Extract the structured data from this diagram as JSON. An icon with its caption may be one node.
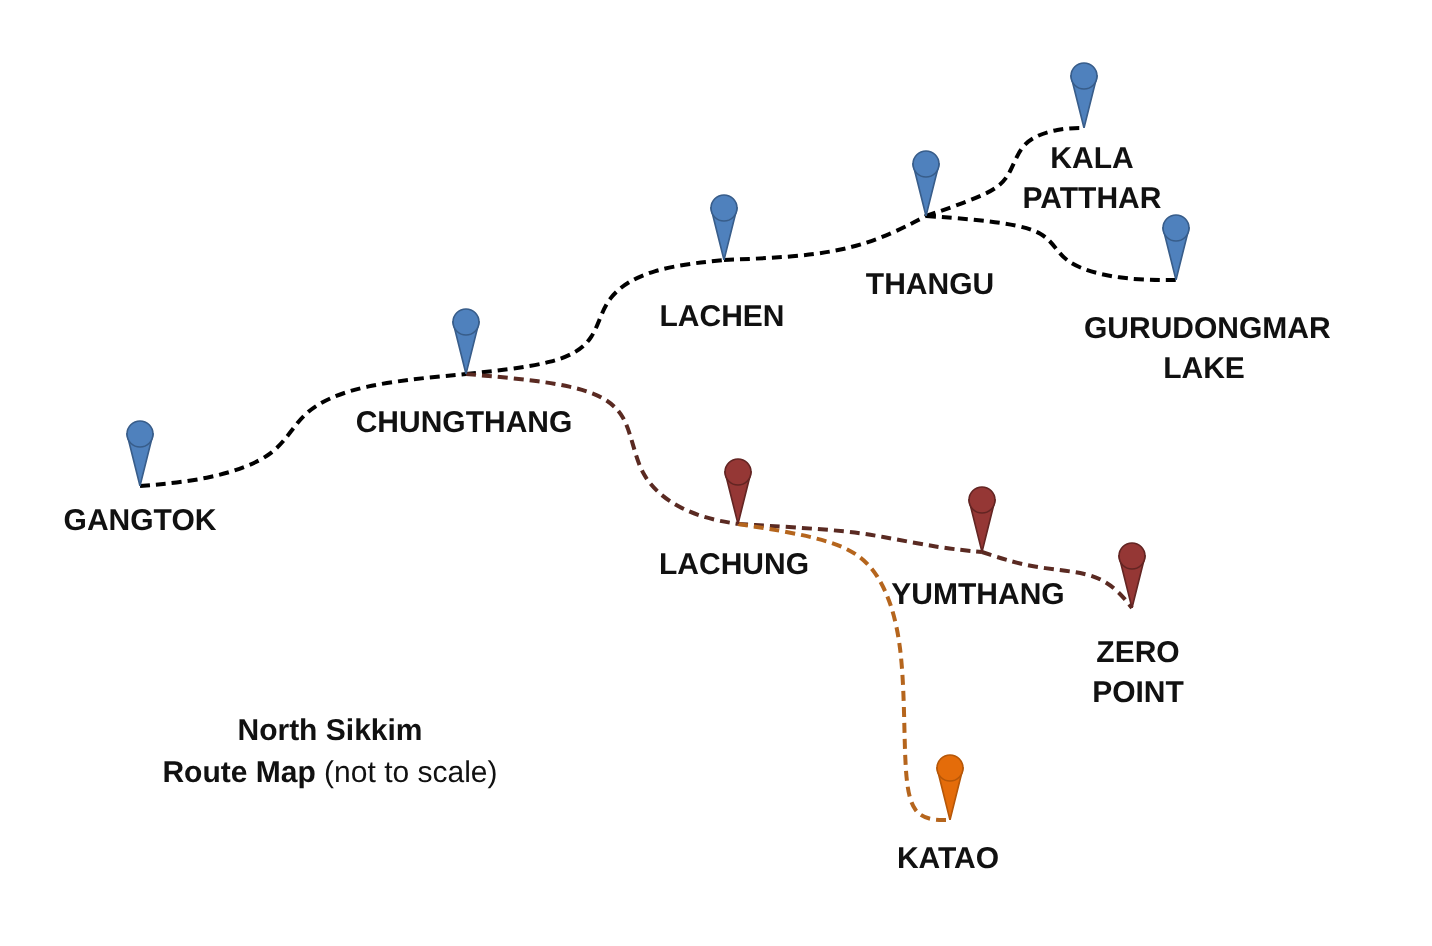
{
  "diagram": {
    "title": "North Sikkim",
    "nodes": [
      {
        "text": [
          "GANGTOK"
        ]
      },
      {
        "text": [
          "CHUNGTHANG"
        ]
      },
      {
        "text": [
          "LACHEN"
        ]
      },
      {
        "text": [
          "THANGU"
        ]
      },
      {
        "text": [
          "KALA PATTHAR"
        ]
      },
      {
        "text": [
          "GURUDONGMAR LAKE"
        ]
      },
      {
        "text": [
          "LACHUNG"
        ]
      },
      {
        "text": [
          "YUMTHANG"
        ]
      },
      {
        "text": [
          "ZERO POINT"
        ]
      },
      {
        "text": [
          "KATAO"
        ]
      }
    ],
    "edges": [
      {
        "from": 0,
        "to": 1,
        "arrow": "none",
        "style": "dashed"
      },
      {
        "from": 1,
        "to": 2,
        "arrow": "none",
        "style": "dashed"
      },
      {
        "from": 2,
        "to": 3,
        "arrow": "none",
        "style": "dashed"
      },
      {
        "from": 3,
        "to": 4,
        "arrow": "none",
        "style": "dashed"
      },
      {
        "from": 3,
        "to": 5,
        "arrow": "none",
        "style": "dashed"
      },
      {
        "from": 1,
        "to": 6,
        "arrow": "none",
        "style": "dashed",
        "color": "#5a2a22"
      },
      {
        "from": 6,
        "to": 7,
        "arrow": "none",
        "style": "dashed",
        "color": "#5a2a22"
      },
      {
        "from": 7,
        "to": 8,
        "arrow": "none",
        "style": "dashed",
        "color": "#5a2a22"
      },
      {
        "from": 6,
        "to": 9,
        "arrow": "none",
        "style": "dashed",
        "color": "#b5651d"
      }
    ],
    "labels": [
      "**Route Map** (not to scale)"
    ]
  }
}
